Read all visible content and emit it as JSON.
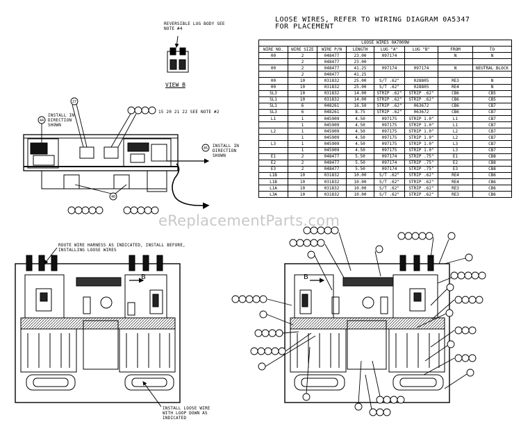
{
  "header": {
    "line1": "LOOSE WIRES, REFER TO WIRING DIAGRAM 0A5347",
    "line2": "FOR PLACEMENT"
  },
  "table": {
    "title": "LOOSE WIRES 0A7009W",
    "columns": [
      "WIRE NO.",
      "WIRE SIZE",
      "WIRE P/N",
      "LENGTH",
      "LUG \"A\"",
      "LUG \"B\"",
      "FROM",
      "TO"
    ],
    "rows": [
      [
        "00",
        "2",
        "048477",
        "23.00",
        "097174",
        "",
        "N",
        "N"
      ],
      [
        "",
        "2",
        "048477",
        "23.00",
        "",
        "",
        "",
        ""
      ],
      [
        "00",
        "2",
        "048477",
        "41.25",
        "097174",
        "097174",
        "N",
        "NEUTRAL BLOCK"
      ],
      [
        "",
        "2",
        "048477",
        "41.25",
        "",
        "",
        "",
        ""
      ],
      [
        "00",
        "10",
        "031832",
        "25.00",
        "S/T .62\"",
        "028805",
        "RE3",
        "N"
      ],
      [
        "00",
        "10",
        "031832",
        "25.00",
        "S/T .62\"",
        "028805",
        "RE4",
        "N"
      ],
      [
        "SL3",
        "10",
        "031832",
        "14.00",
        "STRIP .62\"",
        "STRIP .62\"",
        "CB6",
        "CB5"
      ],
      [
        "SL1",
        "10",
        "031832",
        "14.00",
        "STRIP .62\"",
        "STRIP .62\"",
        "CB6",
        "CB5"
      ],
      [
        "SL1",
        "6",
        "048261",
        "16.50",
        "STRIP .62\"",
        "063672",
        "CB6",
        "CB7"
      ],
      [
        "SL3",
        "6",
        "048261",
        "8.75",
        "STRIP .62\"",
        "063672",
        "CB6",
        "CB7"
      ],
      [
        "L1",
        "1",
        "045909",
        "4.50",
        "097175",
        "STRIP 1.0\"",
        "L1",
        "CB7"
      ],
      [
        "",
        "1",
        "045909",
        "4.50",
        "097175",
        "STRIP 1.0\"",
        "L1",
        "CB7"
      ],
      [
        "L2",
        "1",
        "045909",
        "4.50",
        "097175",
        "STRIP 1.0\"",
        "L2",
        "CB7"
      ],
      [
        "",
        "1",
        "045909",
        "4.50",
        "097175",
        "STRIP 1.0\"",
        "L2",
        "CB7"
      ],
      [
        "L3",
        "1",
        "045909",
        "4.50",
        "097175",
        "STRIP 1.0\"",
        "L3",
        "CB7"
      ],
      [
        "",
        "1",
        "045909",
        "4.50",
        "097175",
        "STRIP 1.0\"",
        "L3",
        "CB7"
      ],
      [
        "E1",
        "2",
        "048477",
        "5.50",
        "097174",
        "STRIP .75\"",
        "E1",
        "CB8"
      ],
      [
        "E2",
        "2",
        "048477",
        "5.50",
        "097174",
        "STRIP .75\"",
        "E2",
        "CB8"
      ],
      [
        "E3",
        "2",
        "048477",
        "5.50",
        "097174",
        "STRIP .75\"",
        "E3",
        "CB8"
      ],
      [
        "L1B",
        "10",
        "031832",
        "10.00",
        "S/T .62\"",
        "STRIP .62\"",
        "RE4",
        "CB6"
      ],
      [
        "L1B",
        "10",
        "031832",
        "10.00",
        "S/T .62\"",
        "STRIP .62\"",
        "RE4",
        "CB6"
      ],
      [
        "L1A",
        "10",
        "031832",
        "10.00",
        "S/T .62\"",
        "STRIP .62\"",
        "RE3",
        "CB6"
      ],
      [
        "L3A",
        "10",
        "031832",
        "10.00",
        "S/T .62\"",
        "STRIP .62\"",
        "RE3",
        "CB6"
      ]
    ]
  },
  "view_b": {
    "note": "REVERSIBLE LUG BODY SEE NOTE #4",
    "label": "VIEW B"
  },
  "top_diagram": {
    "note_balloons": "15 20 21 22 SEE NOTE #2",
    "install_left": "INSTALL IN DIRECTION SHOWN",
    "install_right": "INSTALL IN DIRECTION SHOWN"
  },
  "bottom_left": {
    "route_note": "ROUTE WIRE HARNESS AS INDICATED, INSTALL BEFORE, INSTALLING LOOSE WIRES",
    "loop_note": "INSTALL LOOSE WIRE WITH LOOP DOWN AS INDICATED",
    "b_label": "B"
  },
  "bottom_right": {
    "b_label": "B"
  },
  "watermark": "eReplacementParts.com"
}
